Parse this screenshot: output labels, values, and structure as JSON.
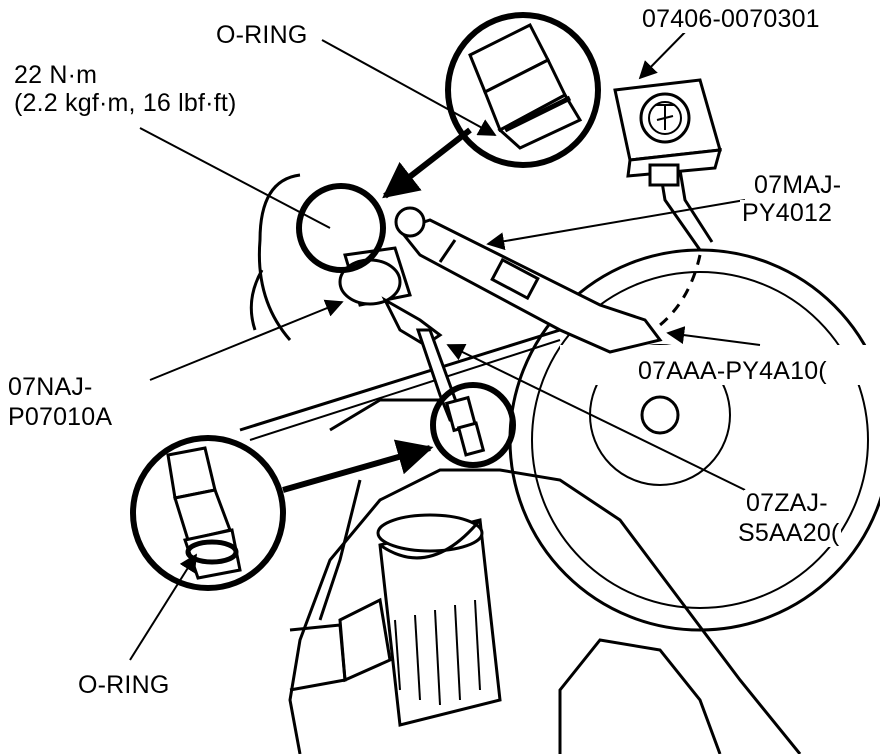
{
  "labels": {
    "oring_top": "O-RING",
    "torque_value": "22 N·m",
    "torque_alt": "(2.2 kgf·m, 16 lbf·ft)",
    "tool_gauge": "07406-0070301",
    "tool_maj_1": "07MAJ-",
    "tool_maj_2": "PY4012",
    "tool_aaa": "07AAA-PY4A10(",
    "tool_naj_1": "07NAJ-",
    "tool_naj_2": "P07010A",
    "tool_zaj_1": "07ZAJ-",
    "tool_zaj_2": "S5AA20(",
    "oring_bottom": "O-RING"
  }
}
